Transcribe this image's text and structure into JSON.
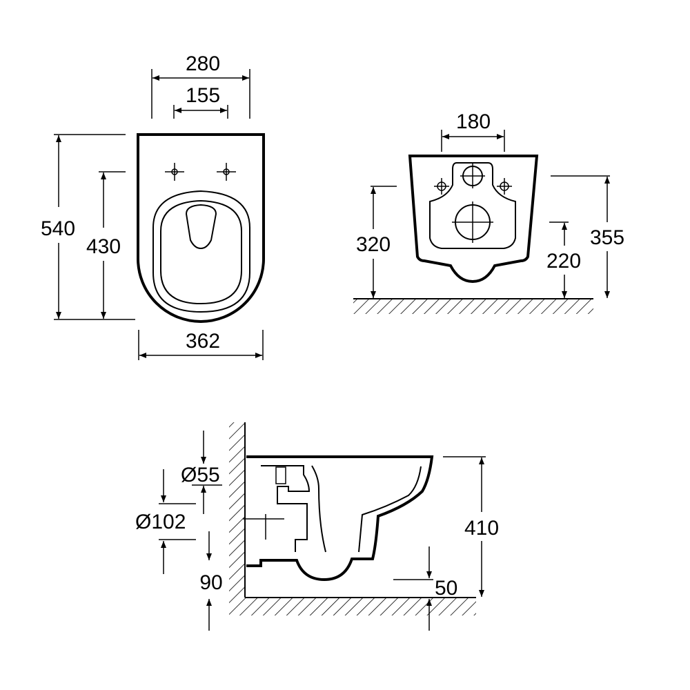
{
  "top_view": {
    "width_top": "280",
    "hole_spacing": "155",
    "overall_length": "540",
    "fixing_to_front": "430",
    "max_width": "362"
  },
  "rear_view": {
    "fixing_spacing": "180",
    "fixing_height": "320",
    "inlet_height": "220",
    "rim_height": "355"
  },
  "side_view": {
    "inlet_diameter": "Ø55",
    "outlet_diameter": "Ø102",
    "outlet_height": "90",
    "overall_height": "410",
    "bottom_offset": "50"
  },
  "colors": {
    "line": "#000000",
    "background": "#ffffff"
  }
}
